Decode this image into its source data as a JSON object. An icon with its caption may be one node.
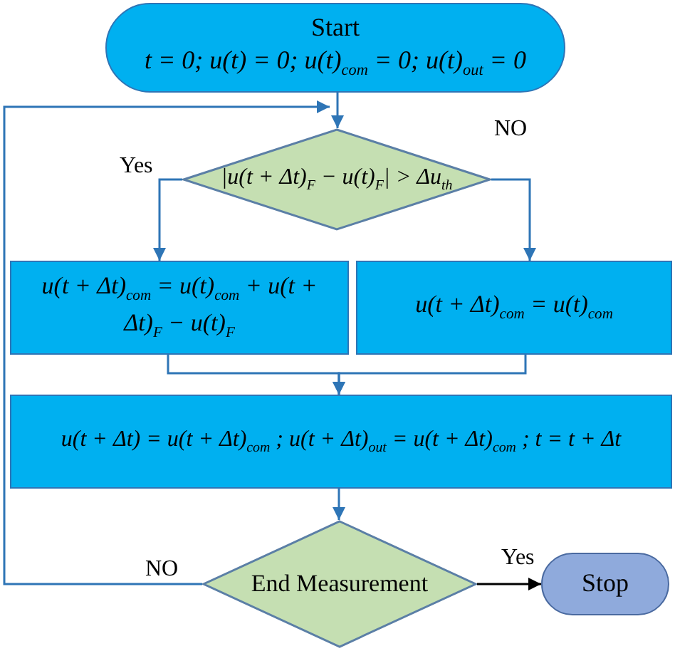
{
  "diagram": {
    "nodes": [
      {
        "text": [
          "Start",
          "t = 0; u(t) = 0; u(t)$_{com}$ = 0; u(t)$_{out}$ = 0"
        ]
      },
      {
        "text": [
          "|u(t + Δt)$_{F}$ − u(t)$_{F}$| > Δu$_{th}$"
        ]
      },
      {
        "text": [
          "u(t + Δt)$_{com}$ = u(t)$_{com}$ + u(t + Δt)$_{F}$ − u(t)$_{F}$"
        ]
      },
      {
        "text": [
          "u(t + Δt)$_{com}$ = u(t)$_{com}$"
        ]
      },
      {
        "text": [
          "u(t + Δt) = u(t + Δt)$_{com}$ ; u(t + Δt)$_{out}$ = u(t + Δt)$_{com}$ ; t = t + Δt"
        ]
      },
      {
        "text": [
          "End Measurement"
        ]
      },
      {
        "text": [
          "Stop"
        ]
      }
    ],
    "edges": [
      {
        "from": 0,
        "to": 1,
        "arrow": "to"
      },
      {
        "from": 1,
        "to": 2,
        "arrow": "to",
        "label": "Yes"
      },
      {
        "from": 1,
        "to": 3,
        "arrow": "to",
        "label": "NO"
      },
      {
        "from": 2,
        "to": 4,
        "arrow": "to"
      },
      {
        "from": 3,
        "to": 4,
        "arrow": "to"
      },
      {
        "from": 4,
        "to": 5,
        "arrow": "to"
      },
      {
        "from": 5,
        "to": 1,
        "arrow": "to",
        "label": "NO"
      },
      {
        "from": 5,
        "to": 6,
        "arrow": "to",
        "label": "Yes",
        "color": "#000000"
      }
    ]
  }
}
